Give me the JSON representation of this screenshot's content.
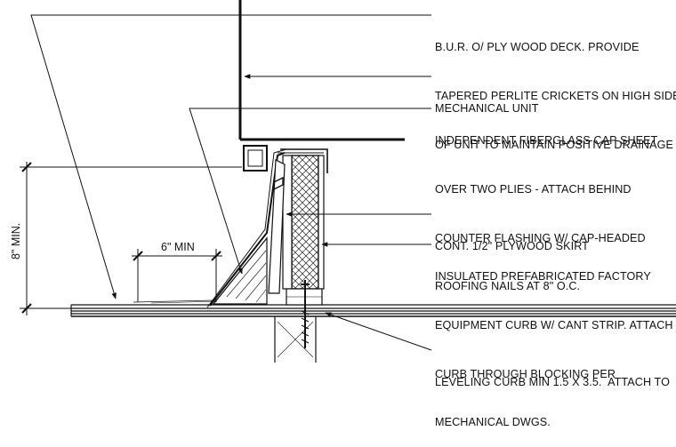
{
  "notes": [
    {
      "lines": [
        "B.U.R. O/ PLY WOOD DECK. PROVIDE",
        "TAPERED PERLITE CRICKETS ON HIGH SIDE",
        "OF UNIT TO MAINTAIN POSITIVE DRAINAGE"
      ]
    },
    {
      "lines": [
        "MECHANICAL UNIT"
      ]
    },
    {
      "lines": [
        "INDEPENDENT FIBERGLASS CAP SHEET",
        "OVER TWO PLIES - ATTACH BEHIND",
        "COUNTER FLASHING W/ CAP-HEADED",
        "ROOFING NAILS AT 8\" O.C."
      ]
    },
    {
      "lines": [
        "CONT. 1/2\" PLYWOOD SKIRT"
      ]
    },
    {
      "lines": [
        "INSULATED PREFABRICATED FACTORY",
        "EQUIPMENT CURB W/ CANT STRIP. ATTACH",
        "CURB THROUGH BLOCKING PER",
        "MECHANICAL DWGS."
      ]
    },
    {
      "lines": [
        "LEVELING CURB MIN 1.5 X 3.5.  ATTACH TO"
      ]
    }
  ],
  "dimensions": {
    "height_label": "8\" MIN.",
    "width_label": "6\" MIN"
  }
}
